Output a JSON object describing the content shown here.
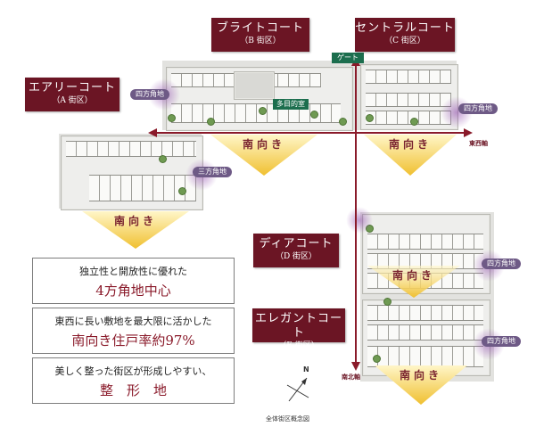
{
  "courts": {
    "bright": {
      "name": "ブライトコート",
      "sub": "（B 街区）"
    },
    "central": {
      "name": "セントラルコート",
      "sub": "（C 街区）"
    },
    "airy": {
      "name": "エアリーコート",
      "sub": "（A 街区）"
    },
    "dear": {
      "name": "ディアコート",
      "sub": "（D 街区）"
    },
    "elegant": {
      "name": "エレガントコート",
      "sub": "（E 街区）"
    }
  },
  "tags": {
    "gate": "ゲート",
    "multipurpose": "多目的室",
    "shihou_b": "四方角地",
    "shihou_c": "四方角地",
    "sanpou_a": "三方角地",
    "shihou_d": "四方角地",
    "shihou_e": "四方角地"
  },
  "south_label": "南向き",
  "axes": {
    "east_west": "東西軸",
    "north_south": "南北軸"
  },
  "features": [
    {
      "line1": "独立性と開放性に優れた",
      "line2": "4方角地中心"
    },
    {
      "line1": "東西に長い敷地を最大限に活かした",
      "line2": "南向き住戸率約97%"
    },
    {
      "line1": "美しく整った街区が形成しやすい、",
      "line2": "整　形　地"
    }
  ],
  "compass_north": "N",
  "caption": "全体街区概念図",
  "colors": {
    "court_bg": "#6b1524",
    "tag_bg": "#6e5a86",
    "axis": "#8a1a2a",
    "gate_bg": "#1c6e4e"
  }
}
